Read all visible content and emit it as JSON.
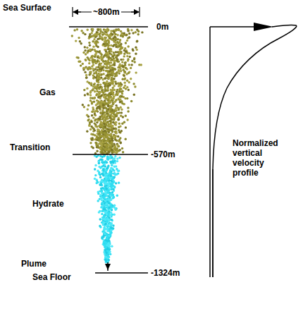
{
  "diagram": {
    "labels": [
      "Sea Surface",
      "~800m",
      "0m",
      "Gas",
      "Transition",
      "-570m",
      "Hydrate",
      "Plume",
      "Sea Floor",
      "-1324m",
      "Normalized vertical velocity profile"
    ]
  }
}
